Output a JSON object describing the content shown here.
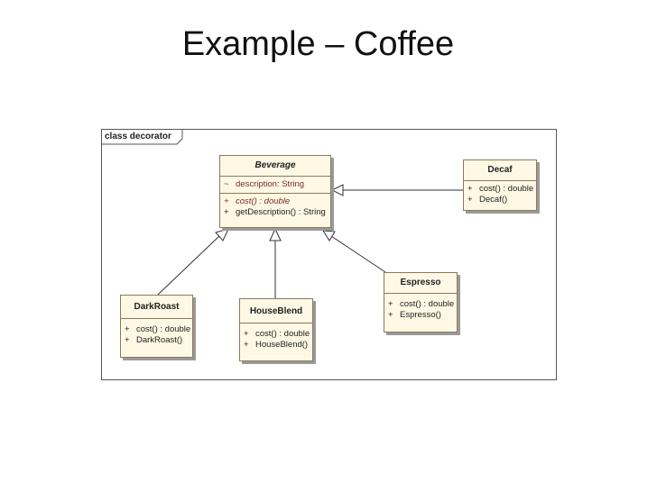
{
  "title": "Example – Coffee",
  "diagram": {
    "frame_label": "class decorator",
    "classes": {
      "beverage": {
        "name": "Beverage",
        "attributes": [
          {
            "vis": "~",
            "text": "description:  String"
          }
        ],
        "operations": [
          {
            "vis": "+",
            "text": "cost() : double",
            "abstract": true
          },
          {
            "vis": "+",
            "text": "getDescription() : String",
            "abstract": false
          }
        ]
      },
      "decaf": {
        "name": "Decaf",
        "operations": [
          {
            "vis": "+",
            "text": "cost() : double"
          },
          {
            "vis": "+",
            "text": "Decaf()"
          }
        ]
      },
      "espresso": {
        "name": "Espresso",
        "operations": [
          {
            "vis": "+",
            "text": "cost() : double"
          },
          {
            "vis": "+",
            "text": "Espresso()"
          }
        ]
      },
      "darkroast": {
        "name": "DarkRoast",
        "operations": [
          {
            "vis": "+",
            "text": "cost() : double"
          },
          {
            "vis": "+",
            "text": "DarkRoast()"
          }
        ]
      },
      "houseblend": {
        "name": "HouseBlend",
        "operations": [
          {
            "vis": "+",
            "text": "cost() : double"
          },
          {
            "vis": "+",
            "text": "HouseBlend()"
          }
        ]
      }
    },
    "generalizations": [
      {
        "from": "Decaf",
        "to": "Beverage"
      },
      {
        "from": "Espresso",
        "to": "Beverage"
      },
      {
        "from": "DarkRoast",
        "to": "Beverage"
      },
      {
        "from": "HouseBlend",
        "to": "Beverage"
      }
    ]
  }
}
